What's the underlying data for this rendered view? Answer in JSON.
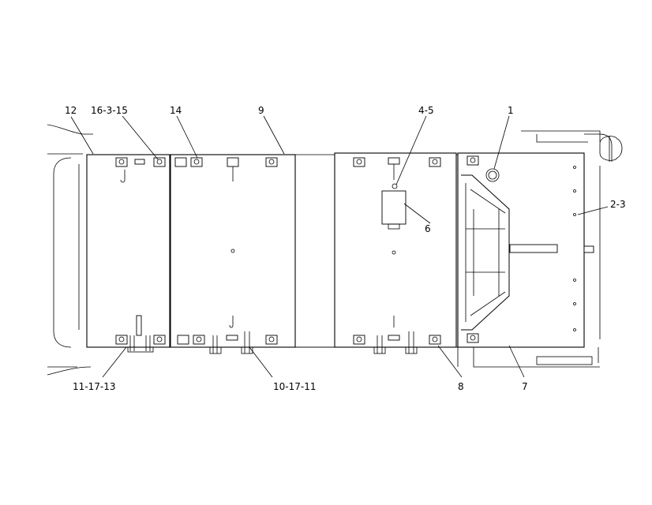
{
  "callouts": {
    "c1": "1",
    "c2_3": "2-3",
    "c4_5": "4-5",
    "c6": "6",
    "c7": "7",
    "c8": "8",
    "c9": "9",
    "c10_17_11": "10-17-11",
    "c11_17_13": "11-17-13",
    "c12": "12",
    "c14": "14",
    "c16_3_15": "16-3-15"
  }
}
